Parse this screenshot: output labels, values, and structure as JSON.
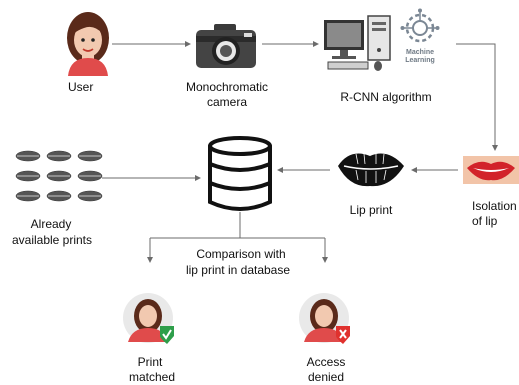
{
  "nodes": {
    "user": "User",
    "camera_line1": "Monochromatic",
    "camera_line2": "camera",
    "rcnn": "R-CNN algorithm",
    "ml_line1": "Machine",
    "ml_line2": "Learning",
    "isolation_line1": "Isolation",
    "isolation_line2": "of lip",
    "lip_print": "Lip print",
    "available_line1": "Already",
    "available_line2": "available prints",
    "comparison_line1": "Comparison with",
    "comparison_line2": "lip  print in database",
    "matched_line1": "Print",
    "matched_line2": "matched",
    "denied_line1": "Access",
    "denied_line2": "denied"
  },
  "colors": {
    "arrow": "#6b6b6b",
    "lip_red": "#d2232a",
    "check_green": "#2e9e4a",
    "deny_red": "#e0312e",
    "face_skin": "#f2c9b0",
    "hair": "#5a2a1a",
    "shirt": "#e04b4b"
  },
  "icons": [
    "user-avatar-icon",
    "camera-icon",
    "computer-icon",
    "machine-learning-icon",
    "lips-icon",
    "lip-print-icon",
    "lip-prints-grid-icon",
    "database-icon",
    "matched-user-icon",
    "denied-user-icon"
  ]
}
